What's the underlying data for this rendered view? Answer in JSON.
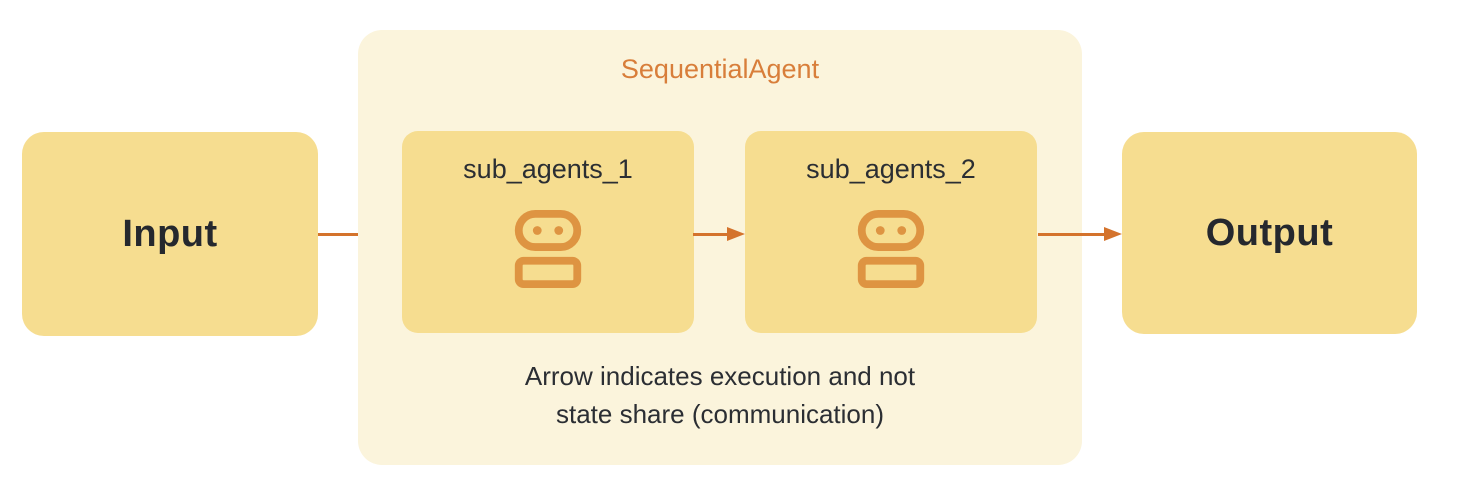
{
  "diagram": {
    "title": "SequentialAgent",
    "input": {
      "label": "Input"
    },
    "output": {
      "label": "Output"
    },
    "sub_agents": [
      {
        "label": "sub_agents_1",
        "icon": "robot-agent-icon"
      },
      {
        "label": "sub_agents_2",
        "icon": "robot-agent-icon"
      }
    ],
    "caption": {
      "line1": "Arrow indicates execution and not",
      "line2": "state share (communication)"
    },
    "arrows": [
      {
        "from": "input",
        "to": "sub_agents_1"
      },
      {
        "from": "sub_agents_1",
        "to": "sub_agents_2"
      },
      {
        "from": "sub_agents_2",
        "to": "output"
      }
    ],
    "colors": {
      "node-fill": "#F6DD90",
      "group-fill": "#FBF4DC",
      "title-orange": "#D87E3A",
      "icon-orange": "#DE9442",
      "arrow-orange": "#D4732C",
      "text-dark": "#25282E",
      "caption-dark": "#2B2E33",
      "background": "#FFFFFF"
    }
  }
}
